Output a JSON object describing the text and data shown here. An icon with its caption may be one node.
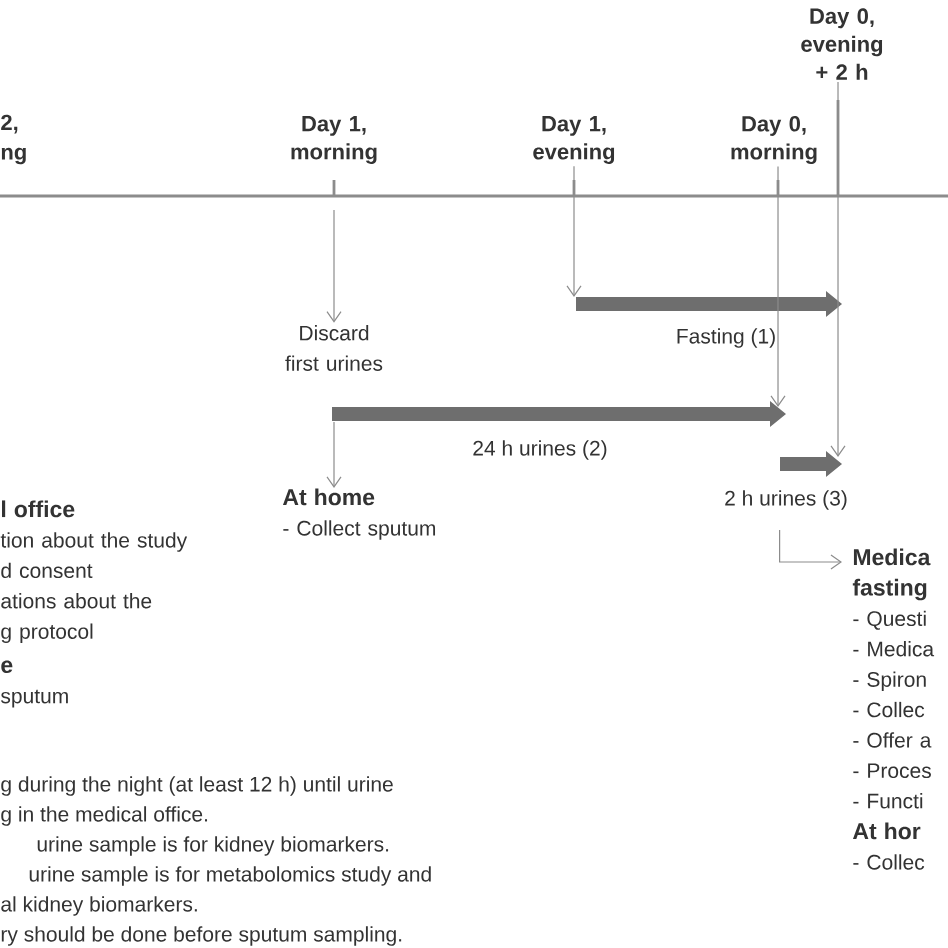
{
  "diagram": {
    "nodes": [
      {
        "text": [
          "Day 1, morning"
        ]
      },
      {
        "text": [
          "Day 1, evening"
        ]
      },
      {
        "text": [
          "Day 0, morning"
        ]
      },
      {
        "text": [
          "Day 0, evening + 2 h"
        ]
      },
      {
        "text": [
          "Discard first urines"
        ]
      },
      {
        "text": [],
        "shape": "arrow",
        "beside": [
          "Fasting (1)"
        ]
      },
      {
        "text": [],
        "shape": "arrow",
        "beside": [
          "24 h urines (2)"
        ]
      },
      {
        "text": [],
        "shape": "arrow",
        "beside": [
          "2 h urines (3)"
        ]
      },
      {
        "text": [
          "l office",
          "tion about the study",
          "d consent",
          "ations about the g protocol"
        ]
      },
      {
        "text": [
          "e",
          "sputum"
        ]
      },
      {
        "text": [
          "At home",
          "- Collect sputum"
        ]
      },
      {
        "text": [
          "Medica fasting",
          "- Questi",
          "- Medica",
          "- Spiron",
          "- Collec",
          "- Offer a",
          "- Proces",
          "- Functi"
        ]
      },
      {
        "text": [
          "At hor",
          "- Collec"
        ]
      }
    ],
    "edges": [
      {
        "from": 0,
        "to": 4,
        "arrow": "to"
      },
      {
        "from": 6,
        "to": 10,
        "arrow": "to"
      },
      {
        "from": 1,
        "to": 5,
        "arrow": "to"
      },
      {
        "from": 2,
        "to": 6,
        "arrow": "to"
      },
      {
        "from": 3,
        "to": 7,
        "arrow": "to"
      },
      {
        "from": 7,
        "to": 11,
        "arrow": "to"
      }
    ],
    "labels": [
      "2,",
      "ng",
      "g during the night (at least 12 h) until urine",
      "g in the medical office.",
      "urine sample is for kidney biomarkers.",
      "urine sample is for metabolomics study and",
      "al kidney biomarkers.",
      "ry should be done before sputum sampling."
    ]
  }
}
